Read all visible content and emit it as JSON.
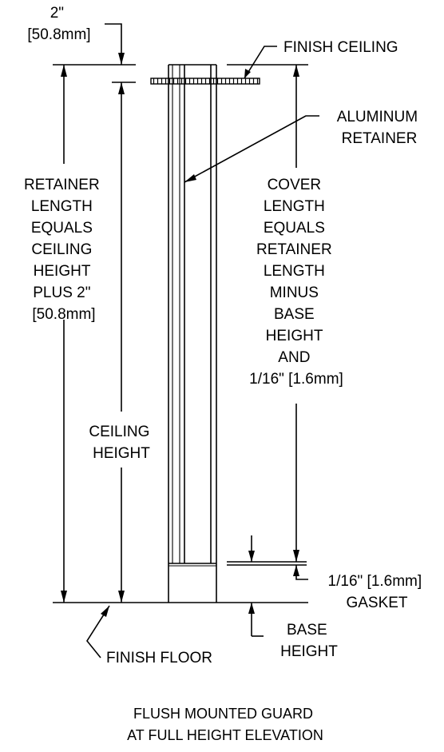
{
  "labels": {
    "top_dim": [
      "2\"",
      "[50.8mm]"
    ],
    "finish_ceiling": "FINISH CEILING",
    "aluminum_retainer": [
      "ALUMINUM",
      "RETAINER"
    ],
    "retainer_length": [
      "RETAINER",
      "LENGTH",
      "EQUALS",
      "CEILING",
      "HEIGHT",
      "PLUS 2\"",
      "[50.8mm]"
    ],
    "cover_length": [
      "COVER",
      "LENGTH",
      "EQUALS",
      "RETAINER",
      "LENGTH",
      "MINUS",
      "BASE",
      "HEIGHT",
      "AND",
      "1/16\" [1.6mm]"
    ],
    "ceiling_height": [
      "CEILING",
      "HEIGHT"
    ],
    "gasket": [
      "1/16\" [1.6mm]",
      "GASKET"
    ],
    "finish_floor": "FINISH FLOOR",
    "base_height": [
      "BASE",
      "HEIGHT"
    ]
  },
  "title": [
    "FLUSH MOUNTED GUARD",
    "AT FULL HEIGHT ELEVATION"
  ]
}
